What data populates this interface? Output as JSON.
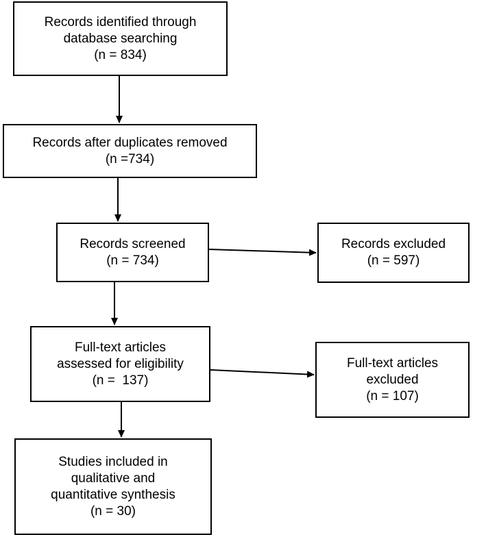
{
  "boxes": {
    "identified": {
      "lines": [
        "Records identified through",
        "database searching",
        "(n = 834)"
      ]
    },
    "deduplicated": {
      "lines": [
        "Records after duplicates removed",
        "(n =734)"
      ]
    },
    "screened": {
      "lines": [
        "Records screened",
        "(n = 734)"
      ]
    },
    "excluded": {
      "lines": [
        "Records excluded",
        "(n = 597)"
      ]
    },
    "fulltext_assessed": {
      "lines": [
        "Full-text articles",
        "assessed for eligibility",
        "(n =  137)"
      ]
    },
    "fulltext_excluded": {
      "lines": [
        "Full-text articles",
        "excluded",
        "(n = 107)"
      ]
    },
    "included": {
      "lines": [
        "Studies included in",
        "qualitative and",
        "quantitative synthesis",
        "(n = 30)"
      ]
    }
  },
  "colors": {
    "stroke": "#000000",
    "background": "#ffffff"
  }
}
